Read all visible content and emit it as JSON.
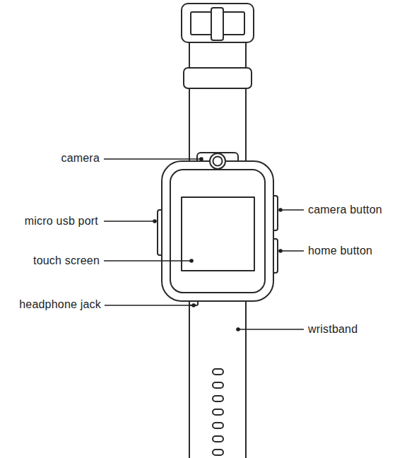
{
  "diagram": {
    "labels": [
      "camera",
      "micro usb port",
      "touch screen",
      "headphone jack",
      "camera button",
      "home button",
      "wristband"
    ]
  }
}
